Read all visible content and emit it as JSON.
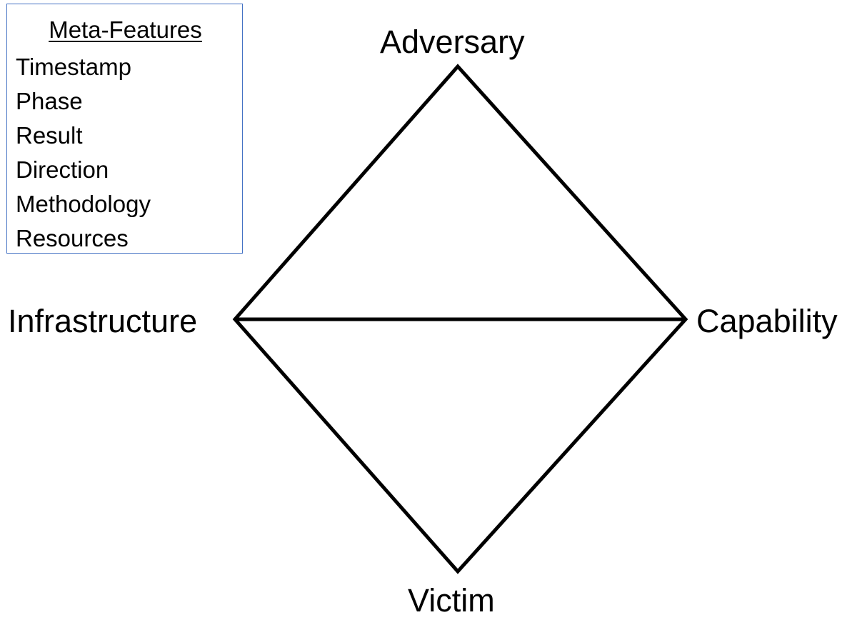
{
  "meta_features": {
    "title": "Meta-Features",
    "items": [
      "Timestamp",
      "Phase",
      "Result",
      "Direction",
      "Methodology",
      "Resources"
    ]
  },
  "vertices": {
    "adversary": "Adversary",
    "infrastructure": "Infrastructure",
    "capability": "Capability",
    "victim": "Victim"
  },
  "colors": {
    "line": "#000000",
    "box_border": "#4472c4",
    "background": "#ffffff"
  }
}
